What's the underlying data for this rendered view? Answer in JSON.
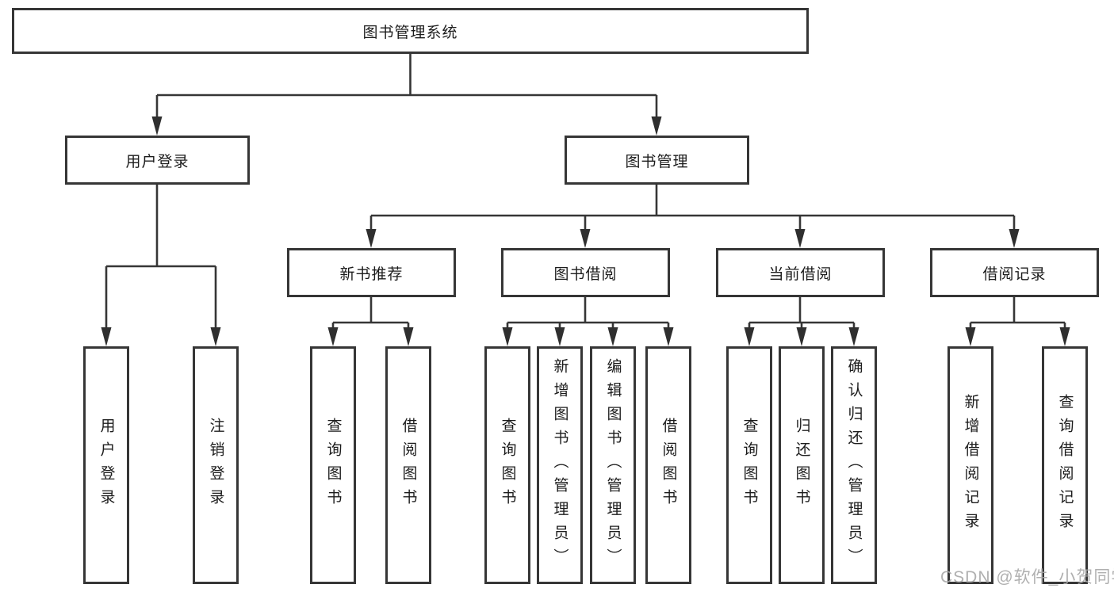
{
  "diagram_title": "图书管理系统",
  "nodes": {
    "root": "图书管理系统",
    "l2": [
      "用户登录",
      "图书管理"
    ],
    "l3": [
      "新书推荐",
      "图书借阅",
      "当前借阅",
      "借阅记录"
    ],
    "leaves": {
      "login": [
        "用户登录",
        "注销登录"
      ],
      "recommend": [
        "查询图书",
        "借阅图书"
      ],
      "borrow": [
        "查询图书",
        "新增图书（管理员）",
        "编辑图书（管理员）",
        "借阅图书"
      ],
      "current": [
        "查询图书",
        "归还图书",
        "确认归还（管理员）"
      ],
      "records": [
        "新增借阅记录",
        "查询借阅记录"
      ]
    }
  },
  "watermark": "CSDN @软件_小贺同学",
  "colors": {
    "line": "#363636",
    "box_border": "#363636",
    "text": "#1c1c1c",
    "watermark": "#a8a8a8",
    "background": "#ffffff"
  }
}
